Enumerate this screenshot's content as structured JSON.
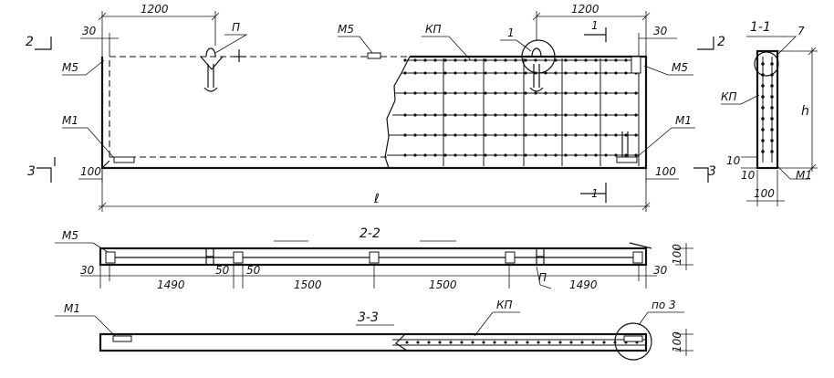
{
  "view_main": {
    "dim_left_1200": "1200",
    "dim_right_1200": "1200",
    "dim_30_left": "30",
    "dim_30_right": "30",
    "dim_100_left": "100",
    "dim_100_right": "100",
    "dim_length": "ℓ",
    "label_p": "П",
    "label_m5_top": "М5",
    "label_kp": "КП",
    "label_detail_1": "1",
    "label_m5_left": "М5",
    "label_m5_right": "М5",
    "label_m1_left": "М1",
    "label_m1_right": "М1",
    "cut_2_left": "2",
    "cut_2_right": "2",
    "cut_3_left": "3",
    "cut_3_right": "3",
    "cut_1_top": "1",
    "cut_1_bottom": "1"
  },
  "section_1_1": {
    "title": "1-1",
    "label_7": "7",
    "label_kp": "КП",
    "label_h": "h",
    "label_m1": "М1",
    "dim_10a": "10",
    "dim_10b": "10",
    "dim_100": "100"
  },
  "section_2_2": {
    "title": "2-2",
    "label_m5": "М5",
    "label_p": "П",
    "dim_30_left": "30",
    "dim_1490_left": "1490",
    "dim_50_a": "50",
    "dim_50_b": "50",
    "dim_1500_a": "1500",
    "dim_1500_b": "1500",
    "dim_1490_right": "1490",
    "dim_30_right": "30",
    "dim_100_height": "100"
  },
  "section_3_3": {
    "title": "3-3",
    "label_m1": "М1",
    "label_kp": "КП",
    "label_detail": "по 3",
    "dim_100_height": "100"
  }
}
